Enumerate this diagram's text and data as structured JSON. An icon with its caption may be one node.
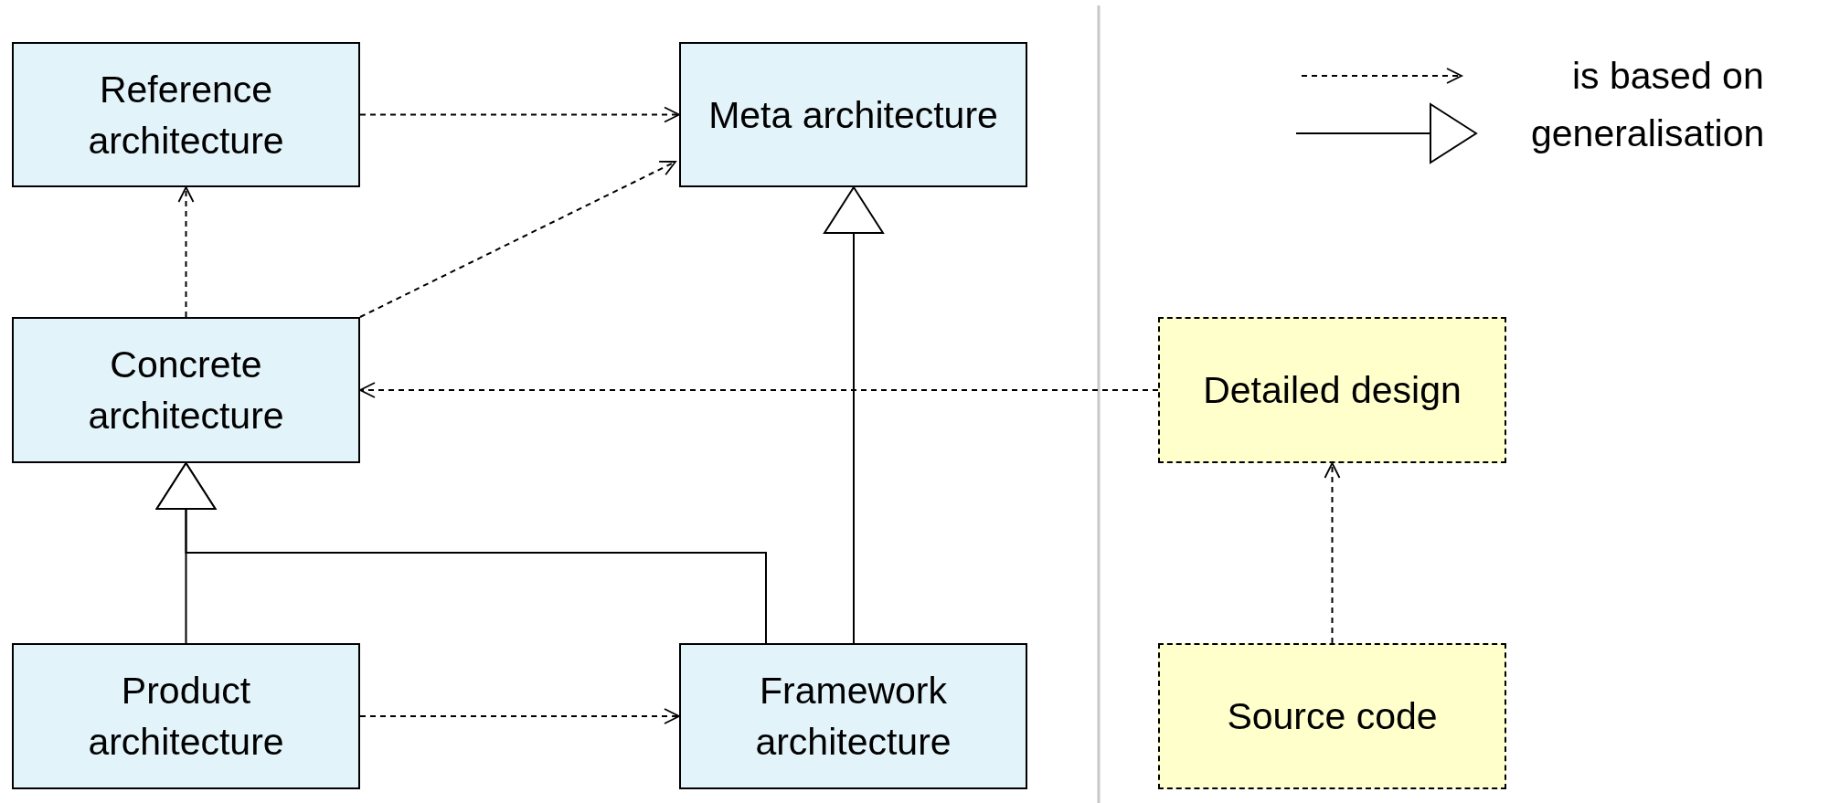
{
  "diagram": {
    "nodes": [
      {
        "text": [
          "Reference architecture"
        ]
      },
      {
        "text": [
          "Meta architecture"
        ]
      },
      {
        "text": [
          "Concrete architecture"
        ]
      },
      {
        "text": [
          "Product architecture"
        ]
      },
      {
        "text": [
          "Framework architecture"
        ]
      },
      {
        "text": [
          "Detailed design"
        ]
      },
      {
        "text": [
          "Source code"
        ]
      }
    ],
    "edges": [
      {
        "from": 0,
        "to": 1,
        "arrow": "to",
        "style": "dashed"
      },
      {
        "from": 2,
        "to": 0,
        "arrow": "to",
        "style": "dashed"
      },
      {
        "from": 2,
        "to": 1,
        "arrow": "to",
        "style": "dashed"
      },
      {
        "from": 5,
        "to": 2,
        "arrow": "to",
        "style": "dashed"
      },
      {
        "from": 6,
        "to": 5,
        "arrow": "to",
        "style": "dashed"
      },
      {
        "from": 3,
        "to": 4,
        "arrow": "to",
        "style": "dashed"
      },
      {
        "from": 3,
        "to": 2,
        "arrow": "to"
      },
      {
        "from": 4,
        "to": 2,
        "arrow": "to"
      },
      {
        "from": 4,
        "to": 1,
        "arrow": "to"
      }
    ],
    "legend": [
      {
        "text": "is based on"
      },
      {
        "text": "generalisation"
      }
    ]
  }
}
